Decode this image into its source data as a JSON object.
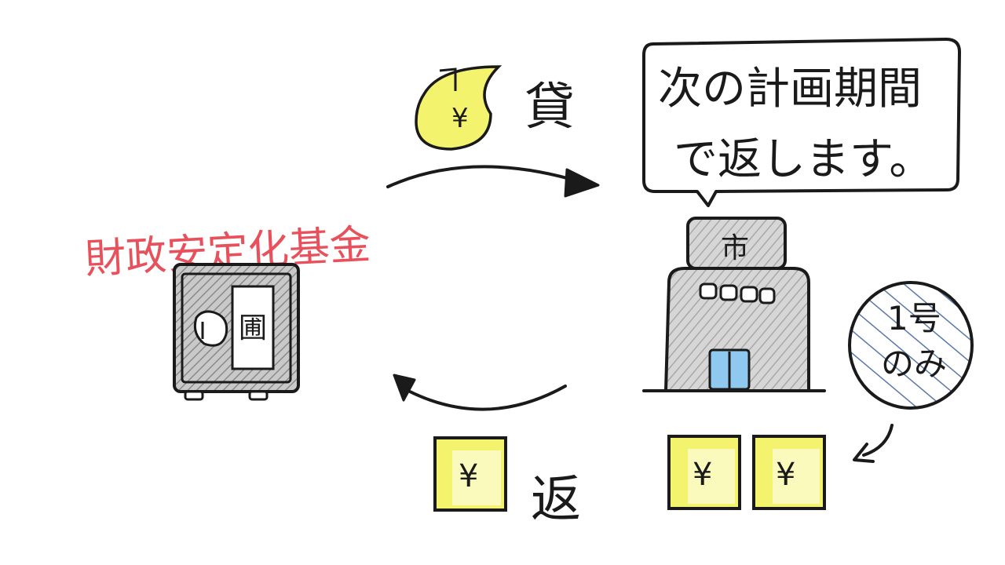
{
  "fund_label": "財政安定化基金",
  "lend_label": "貸",
  "return_label": "返",
  "speech": {
    "line1": "次の計画期間",
    "line2": "で返します。"
  },
  "city_sign": "市",
  "badge": {
    "line1": "1号",
    "line2": "のみ"
  },
  "yen_symbol": "¥",
  "safe_plate_glyph": "圃",
  "colors": {
    "ink": "#1a1a1a",
    "fund_red": "#e8505b",
    "highlight_yellow": "#f3f36e",
    "safe_gray": "#8a8a8a",
    "building_gray": "#b9b9b9",
    "door_blue": "#8fc9ef",
    "hatch_blue": "#5a78a8"
  },
  "icons": {
    "safe": "safe-icon",
    "city_hall": "city-hall-icon",
    "money": "yen-note-icon",
    "arrow": "curved-arrow-icon"
  }
}
